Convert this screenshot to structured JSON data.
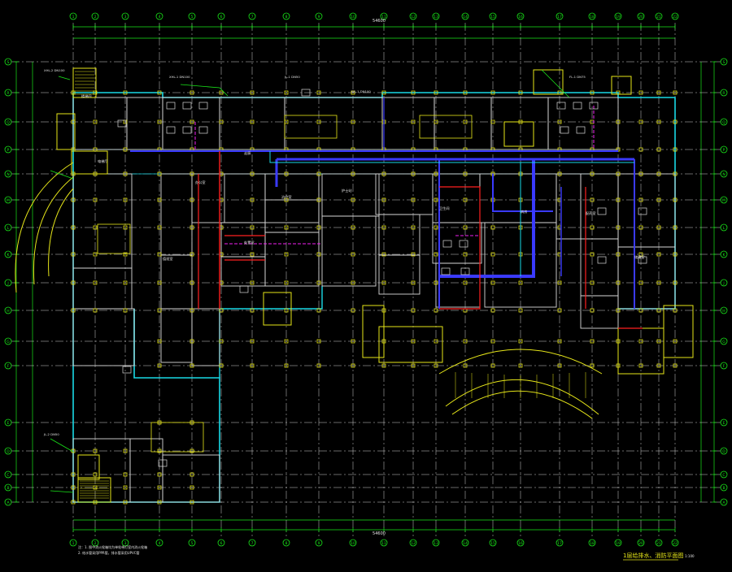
{
  "drawing": {
    "title": "1层给排水、消防平面图",
    "scale": "1:100",
    "note_line_1": "注：1. 图中消火栓箱均为单栓带灯室内消火栓箱",
    "note_line_2": "2. 给水管采用PPR管，排水管采用UPVC管",
    "dim_top_total": "54600",
    "dim_bottom_total": "54600"
  },
  "grid": {
    "columns": [
      "1",
      "2",
      "3",
      "4",
      "5",
      "6",
      "7",
      "8",
      "9",
      "10",
      "11",
      "12",
      "13",
      "14",
      "15",
      "16",
      "17",
      "18",
      "19",
      "20",
      "21",
      "22"
    ],
    "rows": [
      "A",
      "B",
      "C",
      "D",
      "E",
      "F",
      "G",
      "H",
      "J",
      "K",
      "L",
      "M",
      "N",
      "P",
      "Q",
      "R",
      "S"
    ]
  },
  "rooms": [
    {
      "label": "治疗室"
    },
    {
      "label": "处置室"
    },
    {
      "label": "办公室"
    },
    {
      "label": "值班室"
    },
    {
      "label": "护士站"
    },
    {
      "label": "卫生间"
    },
    {
      "label": "病房"
    },
    {
      "label": "配药室"
    },
    {
      "label": "储藏室"
    },
    {
      "label": "走廊"
    },
    {
      "label": "楼梯间"
    },
    {
      "label": "电梯厅"
    }
  ],
  "notes": [
    {
      "label": "XHL-1 DN100"
    },
    {
      "label": "JL-1 DN50"
    },
    {
      "label": "WL-1 DN100"
    },
    {
      "label": "FL-1 DN75"
    },
    {
      "label": "XHL-2 DN100"
    },
    {
      "label": "JL-2 DN50"
    }
  ],
  "colors": {
    "grid": "#19e619",
    "axis": "#f5f5f5",
    "wall_outer": "#e6e619",
    "wall_inner": "#d9d9d9",
    "cyan": "#19d9e6",
    "water": "#3a3aff",
    "fire": "#ff2020",
    "drain": "#f020f0",
    "label": "#e6e6e6",
    "bubble": "#19e619"
  }
}
